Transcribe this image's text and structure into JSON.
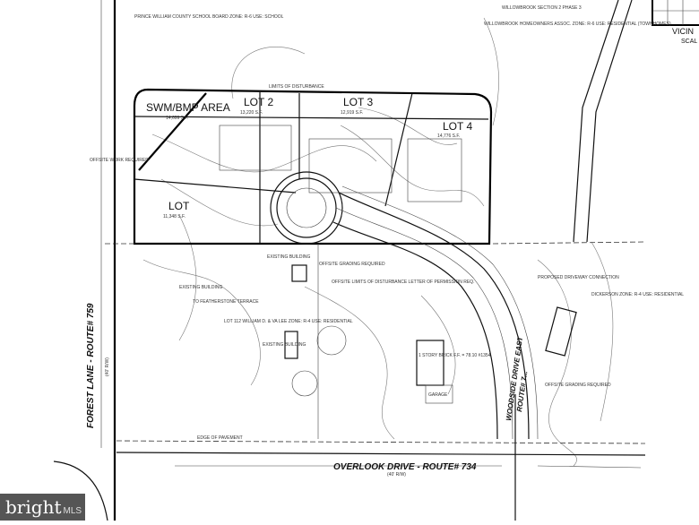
{
  "plan": {
    "lots": [
      {
        "name": "SWM/BMP AREA",
        "area": "14,699 S.F."
      },
      {
        "name": "LOT 2",
        "area": "13,220 S.F."
      },
      {
        "name": "LOT 3",
        "area": "12,919 S.F."
      },
      {
        "name": "LOT 4",
        "area": "14,776 S.F."
      },
      {
        "name": "LOT",
        "area": "11,348 S.F."
      }
    ],
    "roads": {
      "forest_lane": "FOREST LANE - ROUTE# 759",
      "forest_lane_row": "(40' R/W)",
      "overlook_drive": "OVERLOOK DRIVE - ROUTE# 734",
      "overlook_drive_row": "(40' R/W)",
      "woodside_drive": "WOODSIDE DRIVE EAST",
      "woodside_route": "ROUTE# 7..."
    },
    "notes": {
      "offsite_grading_1": "OFFSITE GRADING REQUIRED",
      "offsite_grading_2": "OFFSITE GRADING REQUIRED",
      "offsite_work": "OFFSITE WORK REQUIRED",
      "limits_disturbance": "LIMITS OF DISTURBANCE",
      "offsite_limits": "OFFSITE LIMITS OF DISTURBANCE LETTER OF PERMISSION REQ.",
      "existing_building_1": "EXISTING BUILDING",
      "existing_building_2": "EXISTING BUILDING",
      "existing_building_3": "EXISTING BUILDING",
      "house": "1 STORY BRICK F.F. = 78.10 #1354",
      "garage": "GARAGE",
      "proposed_driveway": "PROPOSED DRIVEWAY CONNECTION",
      "edge_of_pavement": "EDGE OF PAVEMENT",
      "featherstone": "TO FEATHERSTONE TERRACE",
      "vicinity": "VICIN",
      "scale": "SCAL",
      "willowbrook": "WILLOWBROOK SECTION 2 PHASE 3",
      "willowbrook_hoa": "WILLOWBROOK HOMEOWNERS ASSOC. ZONE: R-6 USE: RESIDENTIAL (TOWNHOMES)",
      "school_board": "PRINCE WILLIAM COUNTY SCHOOL BOARD ZONE: R-6 USE: SCHOOL",
      "lot_112": "LOT 112 WILLIAM D. & VA LEE ZONE: R-4 USE: RESIDENTIAL",
      "dickerson": "DICKERSON ZONE: R-4 USE: RESIDENTIAL"
    }
  },
  "watermark": {
    "brand": "bright",
    "suffix": "MLS"
  }
}
